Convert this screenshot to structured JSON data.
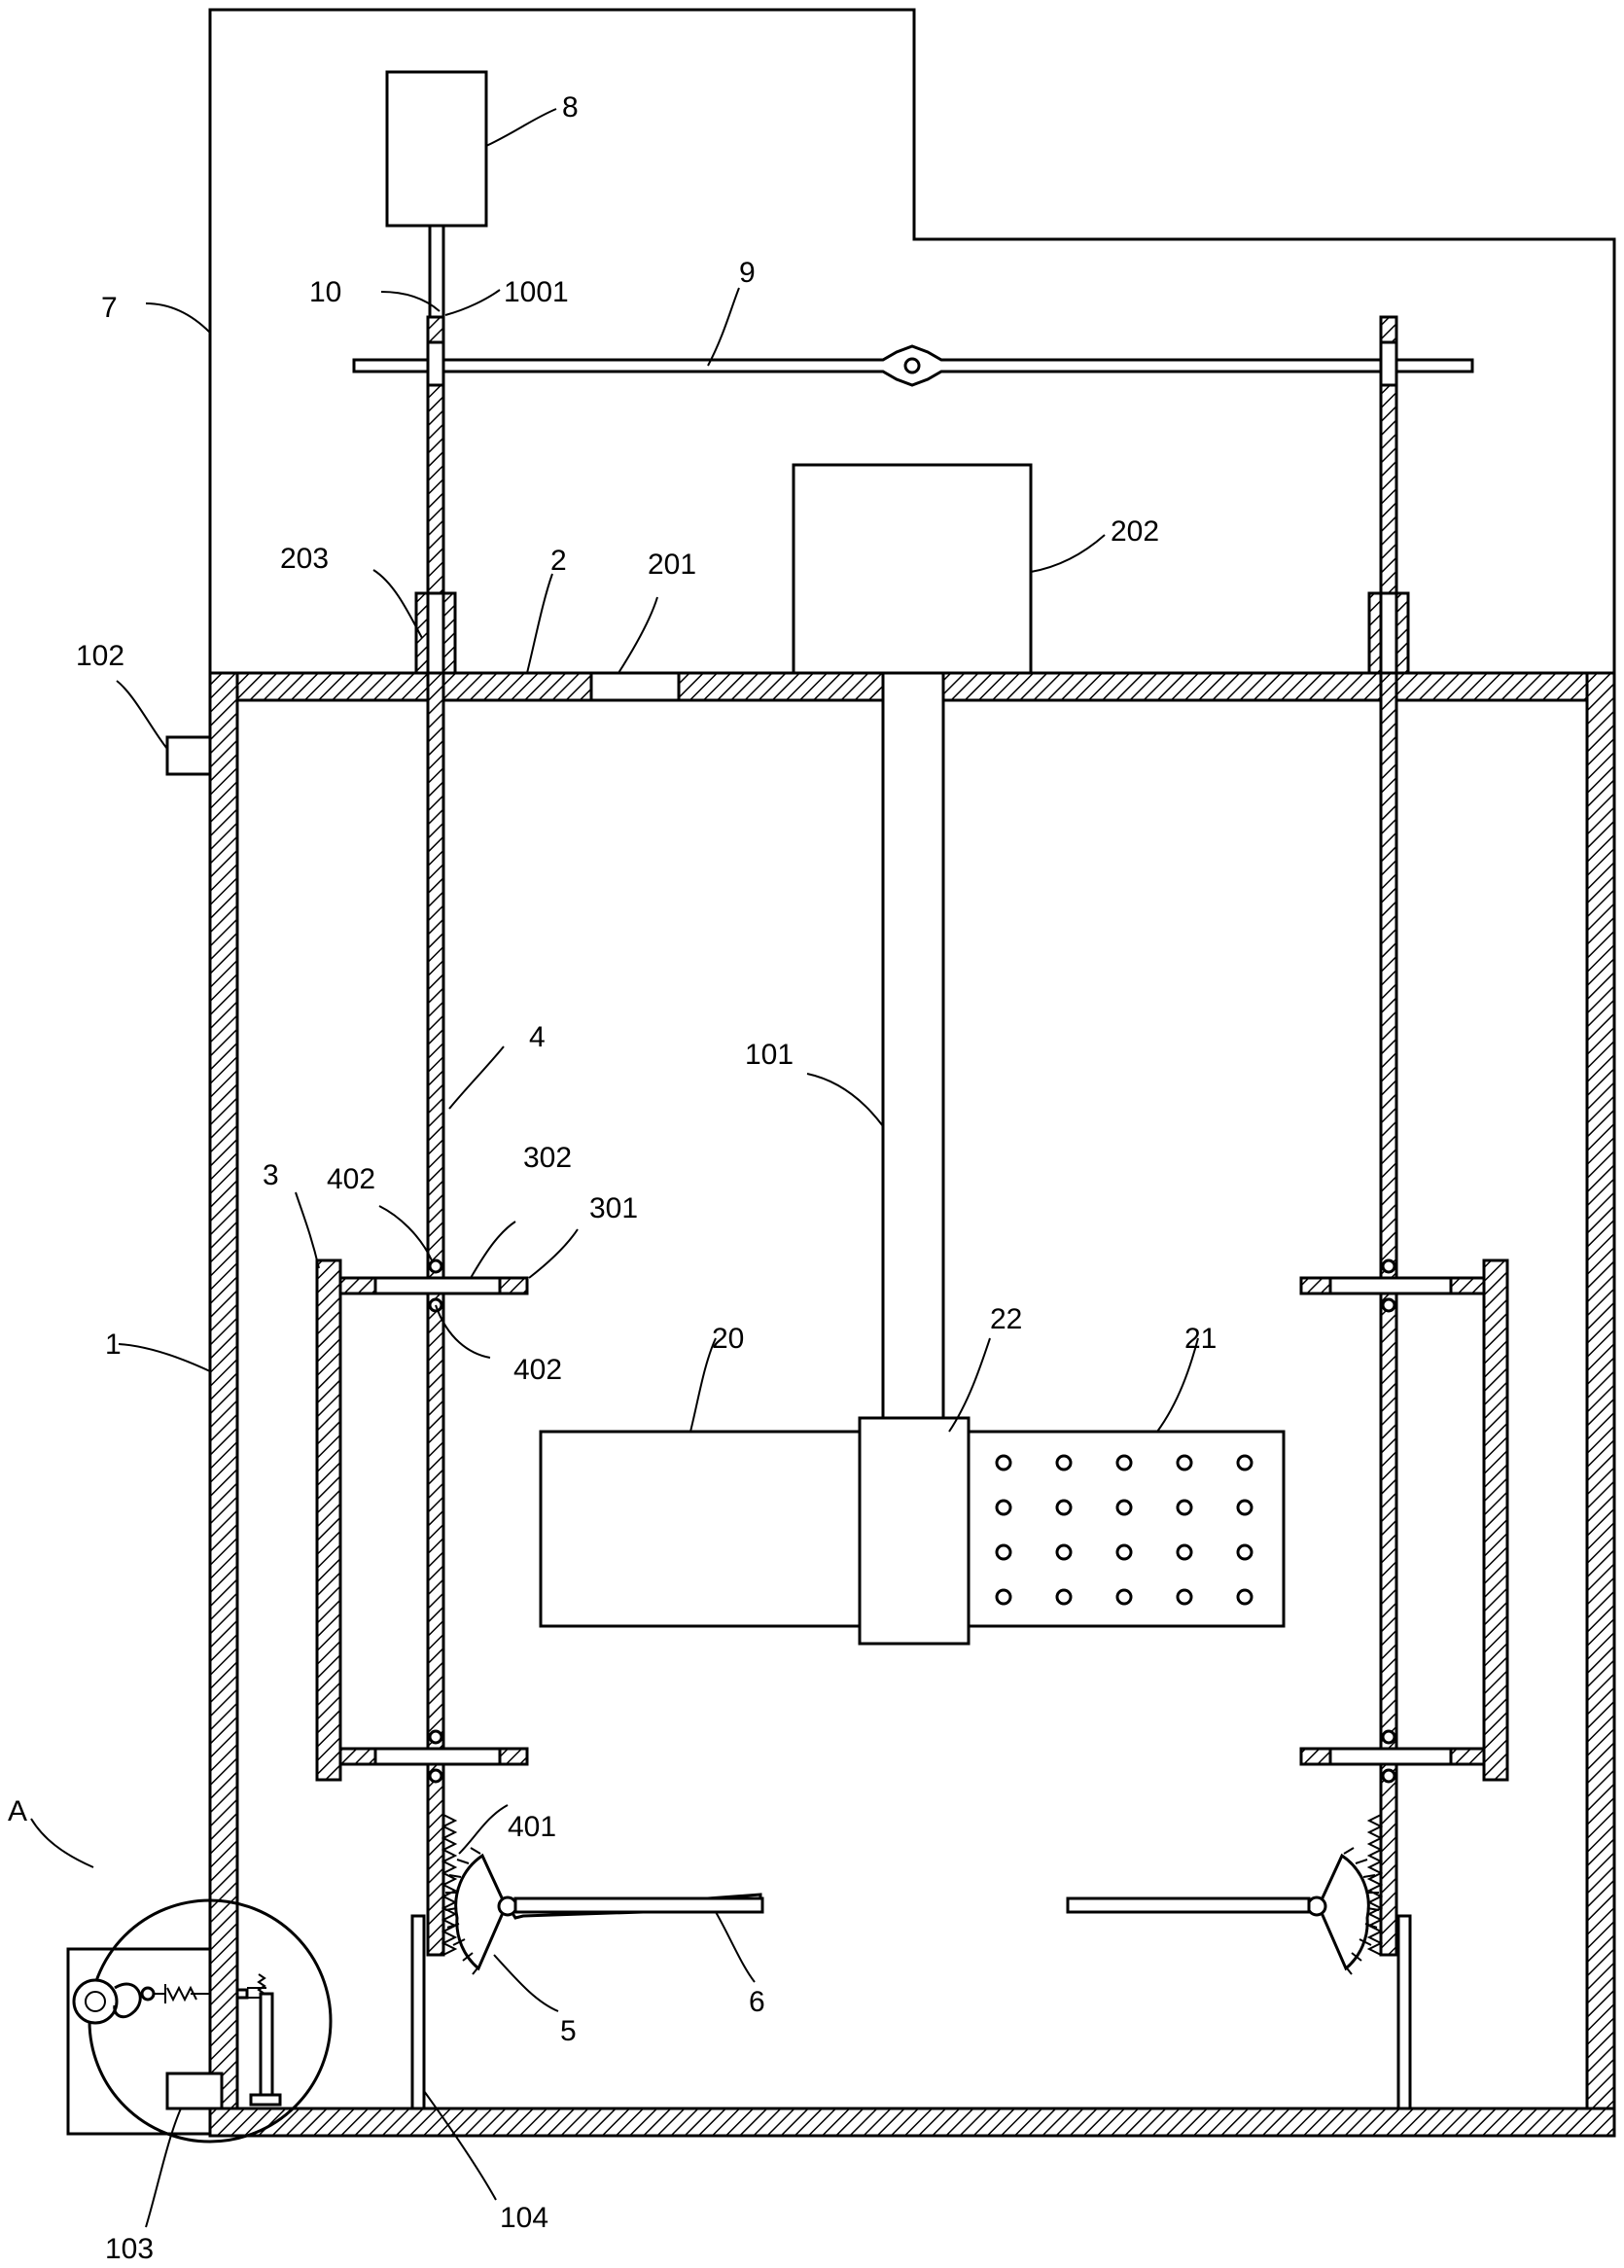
{
  "labels": {
    "l1": "1",
    "l2": "2",
    "l3": "3",
    "l4": "4",
    "l5": "5",
    "l6": "6",
    "l7": "7",
    "l8": "8",
    "l9": "9",
    "l10": "10",
    "l20": "20",
    "l21": "21",
    "l22": "22",
    "l101": "101",
    "l102": "102",
    "l103": "103",
    "l104": "104",
    "l201": "201",
    "l202": "202",
    "l203": "203",
    "l301": "301",
    "l302": "302",
    "l401": "401",
    "l402a": "402",
    "l402b": "402",
    "l1001": "1001",
    "lA": "A"
  }
}
